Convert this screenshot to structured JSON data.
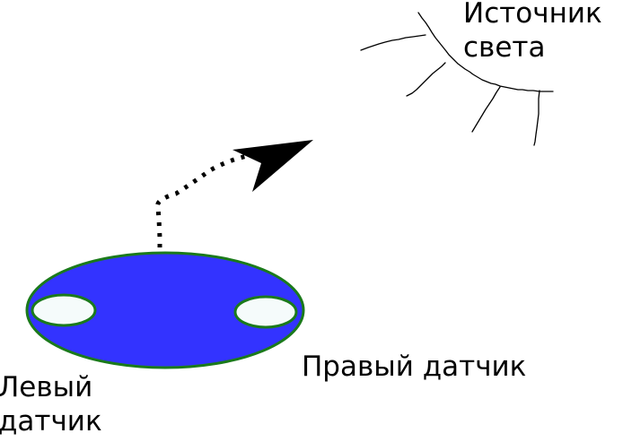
{
  "labels": {
    "light_source_line1": "Источник",
    "light_source_line2": "света",
    "right_sensor": "Правый датчик",
    "left_sensor_line1": "Левый",
    "left_sensor_line2": "датчик"
  },
  "colors": {
    "robot_body_fill": "#3333ff",
    "robot_outline": "#1b7a1b",
    "sensor_fill": "#f5fbfb",
    "line": "#000000"
  },
  "icons": {
    "light_source": "light-rays-icon",
    "direction": "arrow-head-icon"
  }
}
